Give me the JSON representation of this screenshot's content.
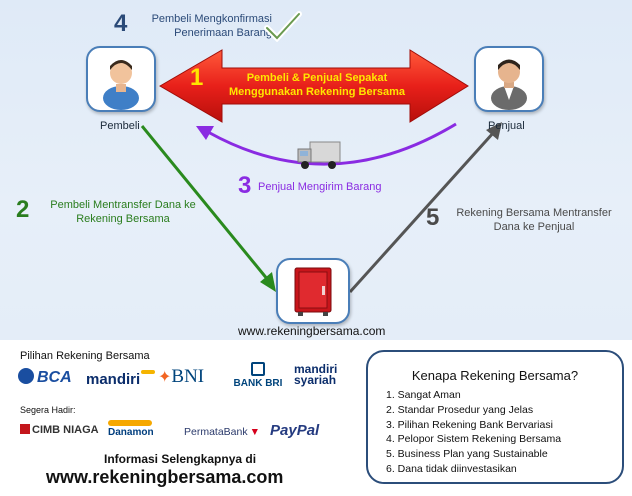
{
  "diagram": {
    "step1": {
      "number": "1",
      "line1": "Pembeli & Penjual Sepakat",
      "line2": "Menggunakan Rekening Bersama"
    },
    "step2": {
      "number": "2",
      "line1": "Pembeli Mentransfer Dana ke",
      "line2": "Rekening Bersama"
    },
    "step3": {
      "number": "3",
      "text": "Penjual Mengirim Barang"
    },
    "step4": {
      "number": "4",
      "line1": "Pembeli Mengkonfirmasi",
      "line2": "Penerimaan Barang"
    },
    "step5": {
      "number": "5",
      "line1": "Rekening Bersama Mentransfer",
      "line2": "Dana ke Penjual"
    },
    "buyer_label": "Pembeli",
    "seller_label": "Penjual",
    "center_url": "www.rekeningbersama.com"
  },
  "banks": {
    "title": "Pilihan Rekening Bersama",
    "current": [
      "BCA",
      "mandiri",
      "BNI",
      "BANK BRI",
      "mandiri syariah"
    ],
    "coming_label": "Segera Hadir:",
    "coming": [
      "CIMB NIAGA",
      "Danamon",
      "PermataBank",
      "PayPal"
    ]
  },
  "footer": {
    "info": "Informasi Selengkapnya di",
    "url": "www.rekeningbersama.com"
  },
  "why": {
    "title": "Kenapa Rekening Bersama?",
    "items": [
      "1. Sangat Aman",
      "2. Standar Prosedur yang Jelas",
      "3. Pilihan Rekening Bank Bervariasi",
      "4. Pelopor Sistem Rekening Bersama",
      "5. Business Plan yang Sustainable",
      "6. Dana tidak diinvestasikan"
    ]
  },
  "colors": {
    "step1_arrow": "#e8201a",
    "step1_text": "#ffe600",
    "step2": "#2a7d1e",
    "step3": "#8a2be2",
    "step4": "#2b4a78",
    "step5": "#4a4a4a"
  }
}
